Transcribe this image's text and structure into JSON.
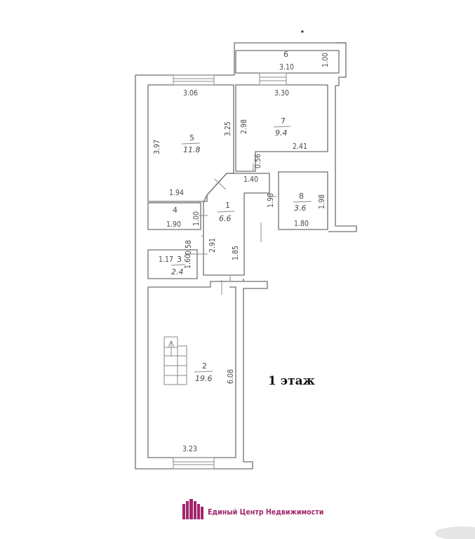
{
  "floor_label": "1 этаж",
  "brand": {
    "name": "Единый Центр Недвижимости",
    "color": "#a0276c"
  },
  "rooms": [
    {
      "id": "1",
      "number": "1",
      "area": "6.6"
    },
    {
      "id": "2",
      "number": "2",
      "area": "19.6"
    },
    {
      "id": "3",
      "number": "3",
      "area": "2.4"
    },
    {
      "id": "4",
      "number": "4",
      "area": ""
    },
    {
      "id": "5",
      "number": "5",
      "area": "11.8"
    },
    {
      "id": "6",
      "number": "6",
      "area": ""
    },
    {
      "id": "7",
      "number": "7",
      "area": "9.4"
    },
    {
      "id": "8",
      "number": "8",
      "area": "3.6"
    }
  ],
  "dimensions": {
    "r6_w": "3.10",
    "r6_h": "1.00",
    "r5_top": "3.06",
    "r5_left": "3.97",
    "r5_right": "3.25",
    "r5_bottom": "1.94",
    "r7_top": "3.30",
    "r7_left": "2.98",
    "r7_right": "2.41",
    "r7_small": "0.56",
    "r7_bottom": "1.40",
    "r4_h": "1.00",
    "r4_w": "1.90",
    "r1_mid": "2.91",
    "r1_low": "1.85",
    "r3_w": "1.17",
    "r3_top": "0.58",
    "r3_h": "1.60",
    "r8_left": "1.98",
    "r8_right": "1.98",
    "r8_bottom": "1.80",
    "r2_h": "6.08",
    "r2_w": "3.23"
  }
}
